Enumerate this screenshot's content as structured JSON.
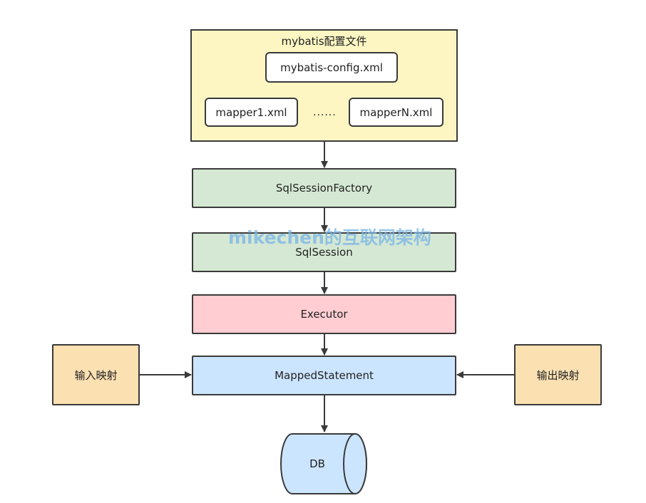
{
  "colors": {
    "config_fill": "#fdf6c3",
    "green_fill": "#d5e8d4",
    "red_fill": "#ffcdd2",
    "blue_fill": "#cce5ff",
    "orange_fill": "#fbe0b2",
    "stroke": "#3a3a3a",
    "watermark": "#78b4e6"
  },
  "config": {
    "title": "mybatis配置文件",
    "main_file": "mybatis-config.xml",
    "mapper_first": "mapper1.xml",
    "ellipsis": "......",
    "mapper_last": "mapperN.xml"
  },
  "nodes": {
    "factory": "SqlSessionFactory",
    "session": "SqlSession",
    "executor": "Executor",
    "mapped": "MappedStatement",
    "input_mapping": "输入映射",
    "output_mapping": "输出映射",
    "db": "DB"
  },
  "watermark": "mikechen的互联网架构"
}
